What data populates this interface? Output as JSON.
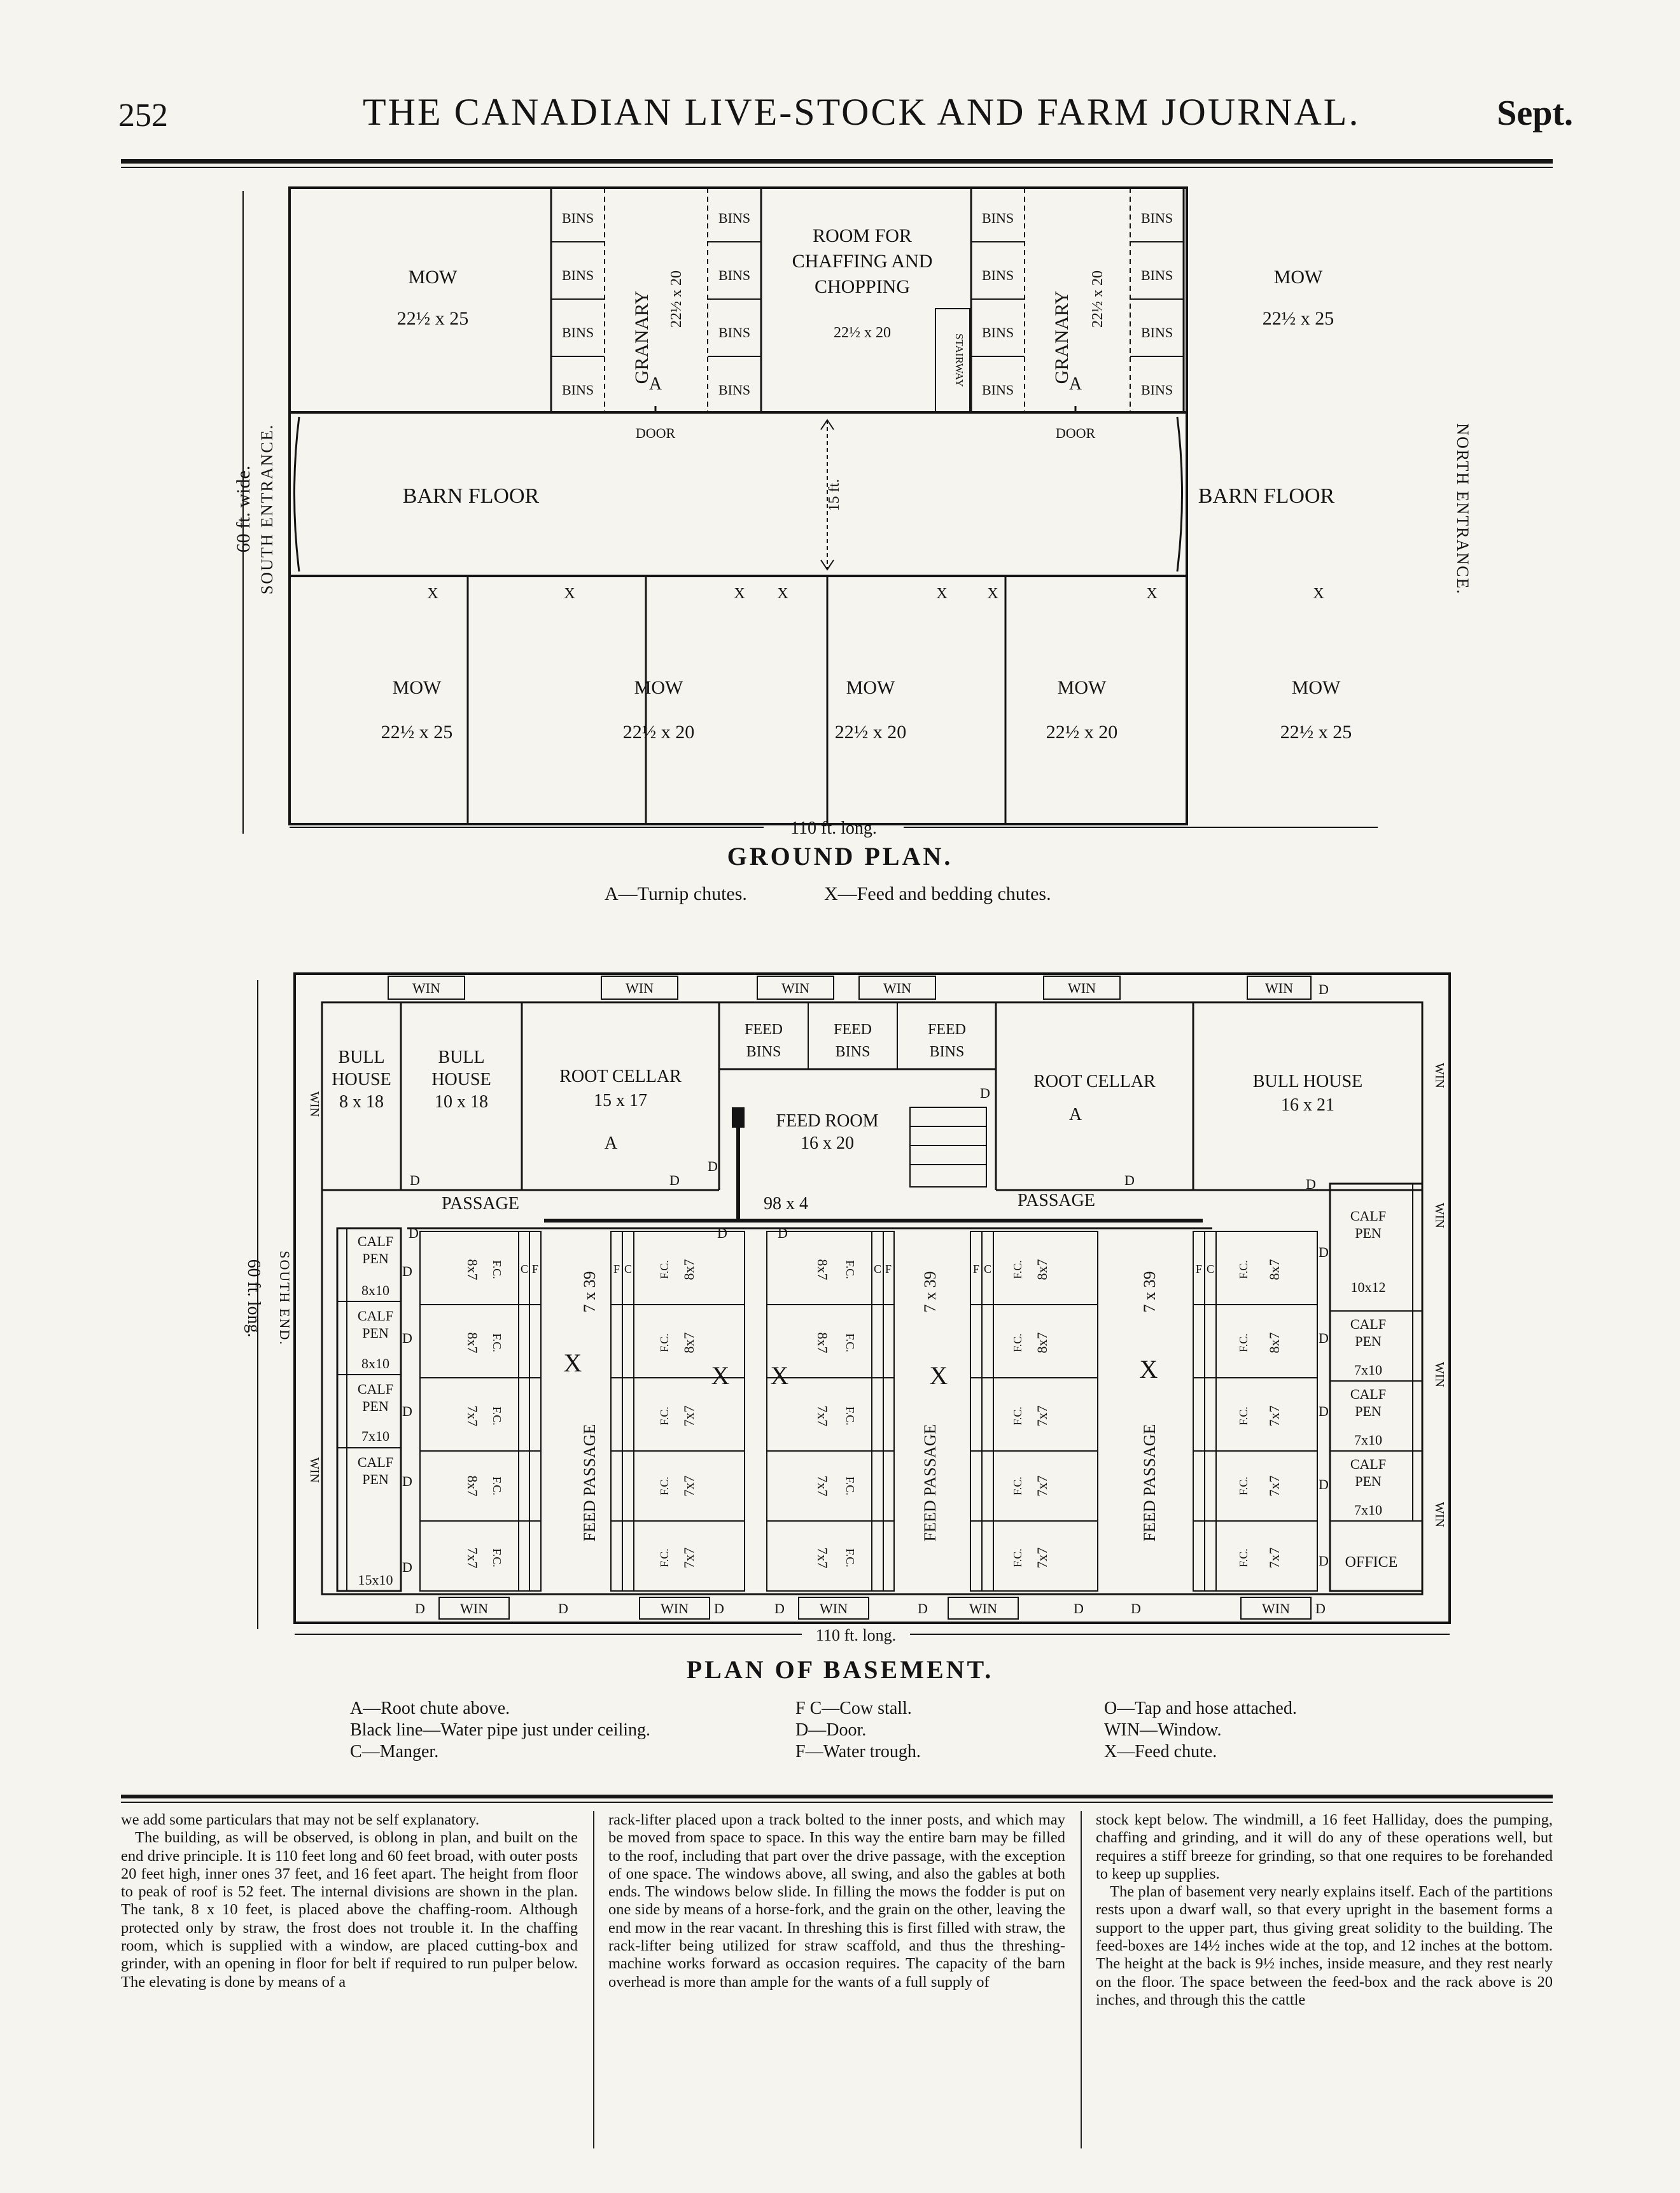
{
  "header": {
    "page_number": "252",
    "journal_title": "THE CANADIAN LIVE-STOCK AND FARM JOURNAL.",
    "month": "Sept."
  },
  "ground_plan": {
    "title": "GROUND PLAN.",
    "key_a": "A—Turnip chutes.",
    "key_x": "X—Feed and bedding chutes.",
    "width_label": "60 ft. wide.",
    "length_label": "110 ft. long.",
    "south_entrance": "SOUTH ENTRANCE.",
    "north_entrance": "NORTH ENTRANCE.",
    "center_dim": "15 ft.",
    "top": {
      "mow_left": {
        "label": "MOW",
        "dim": "22½ x 25"
      },
      "granary_left": {
        "label": "GRANARY",
        "dim": "22½ x 20",
        "chute": "A"
      },
      "room": {
        "line1": "ROOM FOR",
        "line2": "CHAFFING AND",
        "line3": "CHOPPING",
        "dim": "22½ x 20"
      },
      "stairway": "STAIRWAY",
      "granary_right": {
        "label": "GRANARY",
        "dim": "22½ x 20",
        "chute": "A"
      },
      "mow_right": {
        "label": "MOW",
        "dim": "22½ x 25"
      },
      "bins": "BINS",
      "door": "DOOR"
    },
    "barn_floor_left": "BARN FLOOR",
    "barn_floor_right": "BARN FLOOR",
    "chute_x": "X",
    "bottom_mows": [
      {
        "label": "MOW",
        "dim": "22½ x 25"
      },
      {
        "label": "MOW",
        "dim": "22½ x 20"
      },
      {
        "label": "MOW",
        "dim": "22½ x 20"
      },
      {
        "label": "MOW",
        "dim": "22½ x 20"
      },
      {
        "label": "MOW",
        "dim": "22½ x 25"
      }
    ]
  },
  "basement": {
    "title": "PLAN OF BASEMENT.",
    "win": "WIN",
    "d": "D",
    "c": "C",
    "f": "F",
    "fc": "F.C.",
    "x": "X",
    "bull_house_1": {
      "line1": "BULL",
      "line2": "HOUSE",
      "dim": "8 x 18"
    },
    "bull_house_2": {
      "line1": "BULL",
      "line2": "HOUSE",
      "dim": "10 x 18"
    },
    "root_cellar_1": {
      "label": "ROOT CELLAR",
      "dim": "15 x 17",
      "mark": "A"
    },
    "feed_bins": {
      "line1": "FEED",
      "line2": "BINS"
    },
    "feed_room": {
      "label": "FEED ROOM",
      "dim": "16 x 20"
    },
    "root_cellar_2": {
      "label": "ROOT CELLAR",
      "mark": "A"
    },
    "bull_house_3": {
      "label": "BULL HOUSE",
      "dim": "16 x 21"
    },
    "passage": "PASSAGE",
    "passage_dim": "98 x 4",
    "feed_passage": "FEED PASSAGE",
    "feed_passage_dim": "7 x 39",
    "calf_pen": {
      "line1": "CALF",
      "line2": "PEN"
    },
    "left_pen_dims": [
      "8x10",
      "8x10",
      "7x10",
      "15x10"
    ],
    "right_pen_dims": [
      "10x12",
      "7x10",
      "7x10",
      "7x10"
    ],
    "office": "OFFICE",
    "stall_8x7": "8x7",
    "stall_7x7": "7x7",
    "south_end": "SOUTH END.",
    "width_label": "60 ft. long.",
    "length_label": "110 ft. long.",
    "key": {
      "col1": [
        "A—Root chute above.",
        "Black line—Water pipe just under ceiling.",
        "C—Manger."
      ],
      "col2": [
        "F C—Cow stall.",
        "D—Door.",
        "F—Water trough."
      ],
      "col3": [
        "O—Tap and hose attached.",
        "WIN—Window.",
        "X—Feed chute."
      ]
    }
  },
  "text": {
    "col1": [
      "we add some particulars that may not be self explanatory.",
      "The building, as will be observed, is oblong in plan, and built on the end drive principle. It is 110 feet long and 60 feet broad, with outer posts 20 feet high, inner ones 37 feet, and 16 feet apart. The height from floor to peak of roof is 52 feet. The internal divisions are shown in the plan. The tank, 8 x 10 feet, is placed above the chaffing-room. Although protected only by straw, the frost does not trouble it. In the chaffing room, which is supplied with a window, are placed cutting-box and grinder, with an opening in floor for belt if required to run pulper below. The elevating is done by means of a"
    ],
    "col2": [
      "rack-lifter placed upon a track bolted to the inner posts, and which may be moved from space to space. In this way the entire barn may be filled to the roof, including that part over the drive passage, with the exception of one space. The windows above, all swing, and also the gables at both ends. The windows below slide. In filling the mows the fodder is put on one side by means of a horse-fork, and the grain on the other, leaving the end mow in the rear vacant. In threshing this is first filled with straw, the rack-lifter being utilized for straw scaffold, and thus the threshing-machine works forward as occasion requires. The capacity of the barn overhead is more than ample for the wants of a full supply of"
    ],
    "col3": [
      "stock kept below. The windmill, a 16 feet Halliday, does the pumping, chaffing and grinding, and it will do any of these operations well, but requires a stiff breeze for grinding, so that one requires to be forehanded to keep up supplies.",
      "The plan of basement very nearly explains itself. Each of the partitions rests upon a dwarf wall, so that every upright in the basement forms a support to the upper part, thus giving great solidity to the building. The feed-boxes are 14½ inches wide at the top, and 12 inches at the bottom. The height at the back is 9½ inches, inside measure, and they rest nearly on the floor. The space between the feed-box and the rack above is 20 inches, and through this the cattle"
    ]
  }
}
